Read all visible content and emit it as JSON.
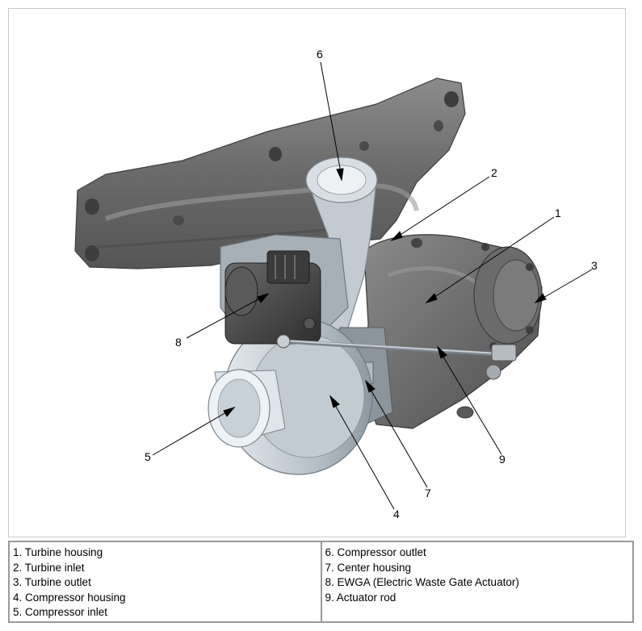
{
  "callouts": [
    "1",
    "2",
    "3",
    "4",
    "5",
    "6",
    "7",
    "8",
    "9"
  ],
  "legend": {
    "left": [
      "1. Turbine housing",
      "2. Turbine inlet",
      "3. Turbine outlet",
      "4. Compressor housing",
      "5. Compressor inlet"
    ],
    "right": [
      "6. Compressor outlet",
      "7. Center housing",
      "8. EWGA (Electric Waste Gate Actuator)",
      "9. Actuator rod"
    ]
  },
  "colors": {
    "manifold": "#6f6f6f",
    "manifold_highlight": "#9a9a9a",
    "compressor": "#c9d0d6",
    "actuator": "#4a4a4a",
    "frame_border": "#c8c8c8",
    "table_border": "#9a9a9a"
  }
}
